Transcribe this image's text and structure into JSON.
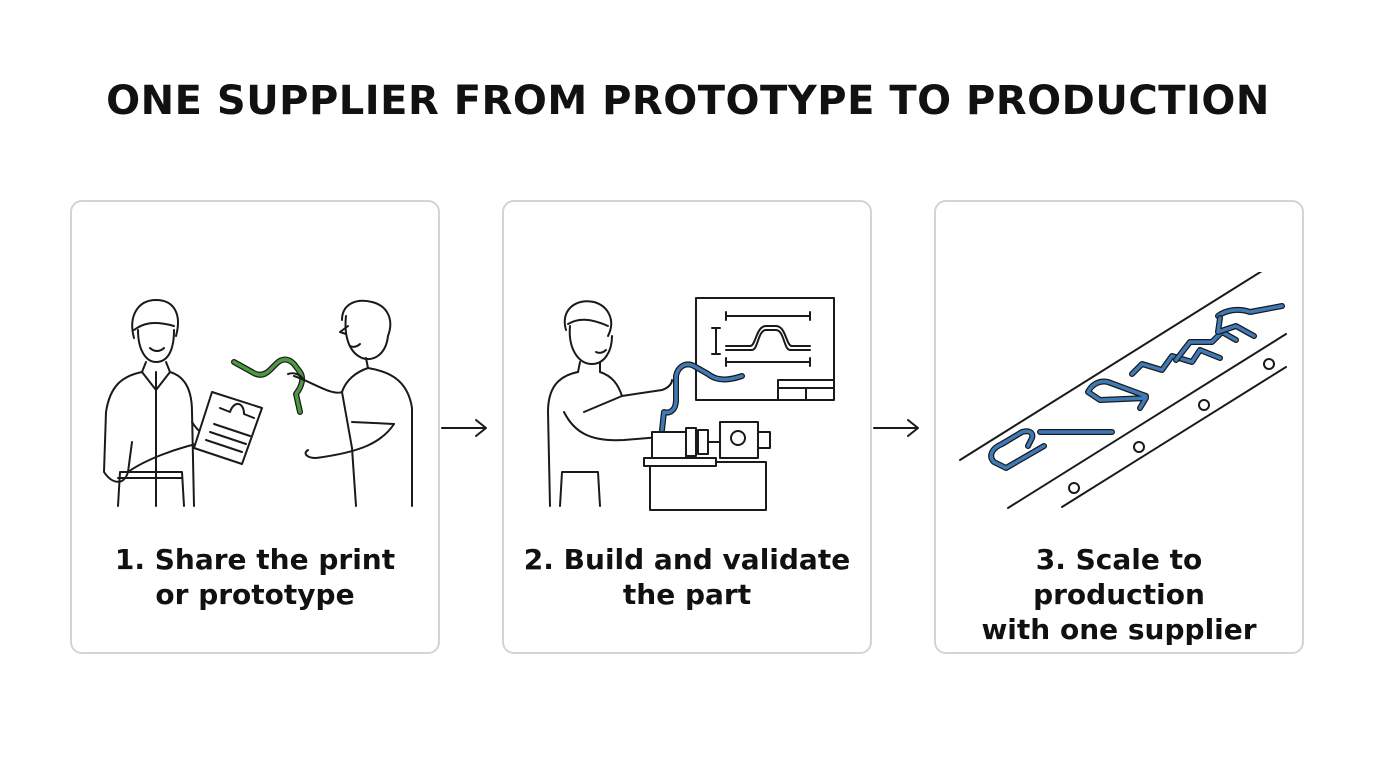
{
  "title": "ONE SUPPLIER FROM PROTOTYPE TO PRODUCTION",
  "colors": {
    "accent_green": "#4c9a3f",
    "accent_blue": "#3e7ab8",
    "card_border": "#d4d4d4",
    "text": "#111111"
  },
  "steps": [
    {
      "line1": "1. Share the print",
      "line2": "or prototype",
      "icon": "handoff-illustration"
    },
    {
      "line1": "2. Build and validate",
      "line2": "the part",
      "icon": "bending-machine-illustration"
    },
    {
      "line1": "3. Scale to production",
      "line2": "with one supplier",
      "icon": "conveyor-illustration"
    }
  ],
  "connectors": [
    "arrow-right-icon",
    "arrow-right-icon"
  ]
}
